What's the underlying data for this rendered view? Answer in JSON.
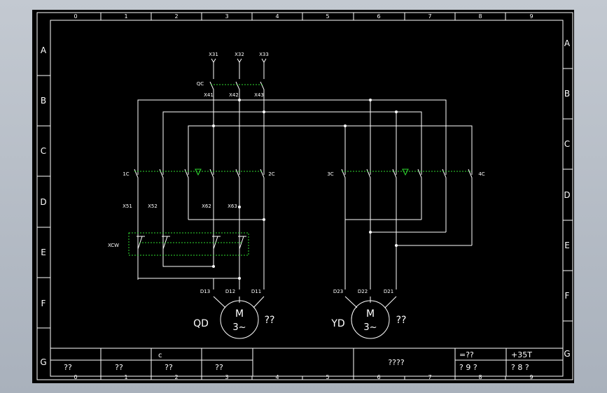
{
  "border": {
    "columns": [
      "0",
      "1",
      "2",
      "3",
      "4",
      "5",
      "6",
      "7",
      "8",
      "9"
    ],
    "rows": [
      "A",
      "B",
      "C",
      "D",
      "E",
      "F",
      "G"
    ]
  },
  "terminals_top": [
    "X31",
    "X32",
    "X33"
  ],
  "terminals_mid": [
    "X41",
    "X42",
    "X43"
  ],
  "contactors": {
    "qc": "QC",
    "c1": "1C",
    "c2": "2C",
    "c3": "3C",
    "c4": "4C"
  },
  "mid_labels": [
    "X51",
    "X52",
    "X62",
    "X63"
  ],
  "switch_label": "XCW",
  "motor_qd": {
    "terminals": [
      "D13",
      "D12",
      "D11"
    ],
    "symbol_m": "M",
    "symbol_phase": "3~",
    "name": "QD",
    "extra": "??"
  },
  "motor_yd": {
    "terminals": [
      "D23",
      "D22",
      "D21"
    ],
    "symbol_m": "M",
    "symbol_phase": "3~",
    "name": "YD",
    "extra": "??"
  },
  "title_block": {
    "cell_c": "c",
    "bottom_row": [
      "??",
      "??",
      "??",
      "??"
    ],
    "center": "????",
    "top_right_1": "=??",
    "top_right_2": "+35T",
    "bottom_right_1": "? 9 ?",
    "bottom_right_2": "? 8 ?"
  },
  "colors": {
    "background": "#000000",
    "lines": "#ffffff",
    "mechanical_link": "#2fdc2f"
  }
}
